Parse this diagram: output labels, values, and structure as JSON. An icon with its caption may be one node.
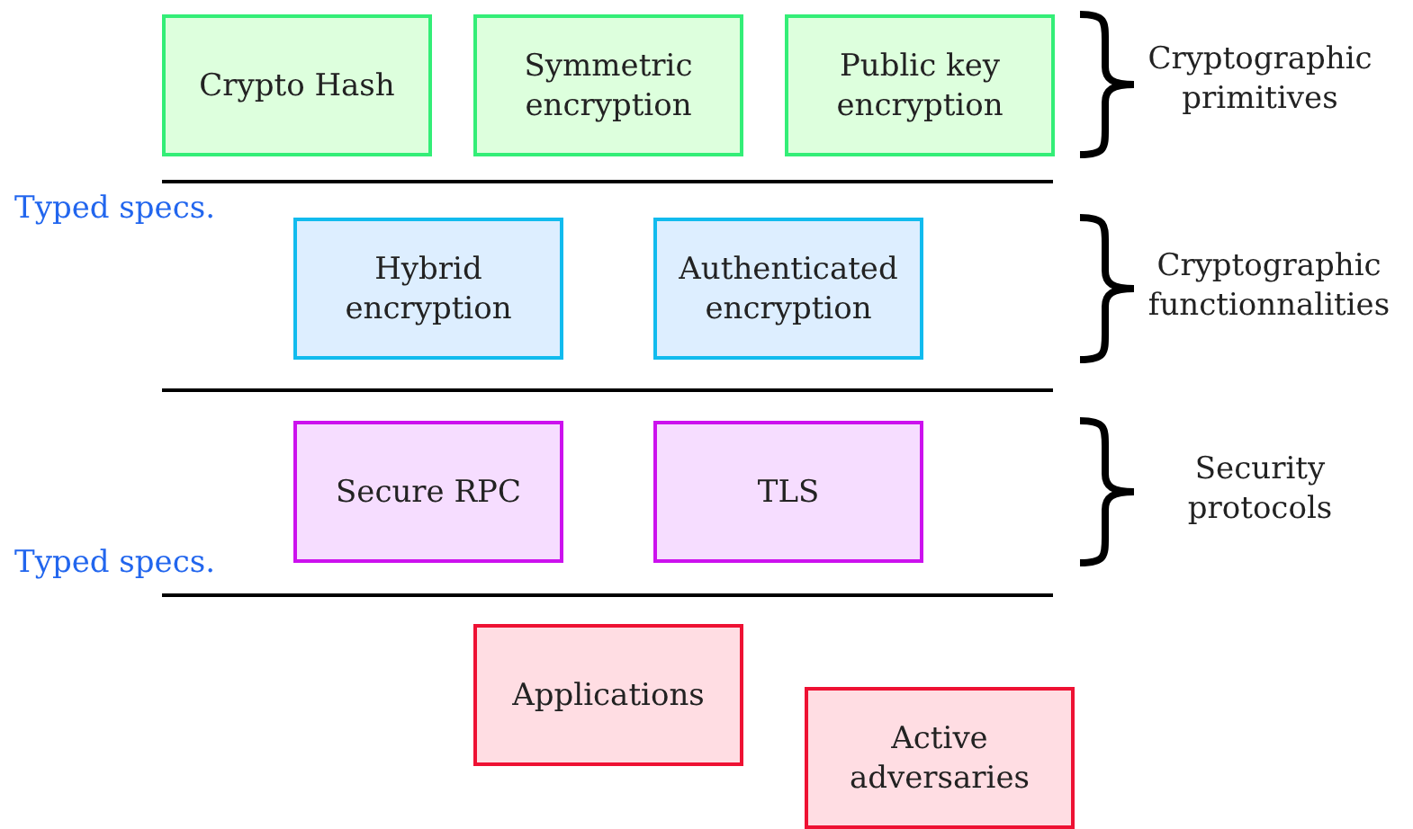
{
  "diagram": {
    "nodes": [
      {
        "text": [
          "Crypto Hash"
        ]
      },
      {
        "text": [
          "Symmetric encryption"
        ]
      },
      {
        "text": [
          "Public key encryption"
        ]
      },
      {
        "text": [
          "Hybrid encryption"
        ]
      },
      {
        "text": [
          "Authenticated encryption"
        ]
      },
      {
        "text": [
          "Secure RPC"
        ]
      },
      {
        "text": [
          "TLS"
        ]
      },
      {
        "text": [
          "Applications"
        ]
      },
      {
        "text": [
          "Active adversaries"
        ]
      }
    ],
    "labels": [
      "Cryptographic primitives",
      "Typed specs.",
      "Cryptographic functionnalities",
      "Security protocols",
      "Typed specs."
    ]
  }
}
